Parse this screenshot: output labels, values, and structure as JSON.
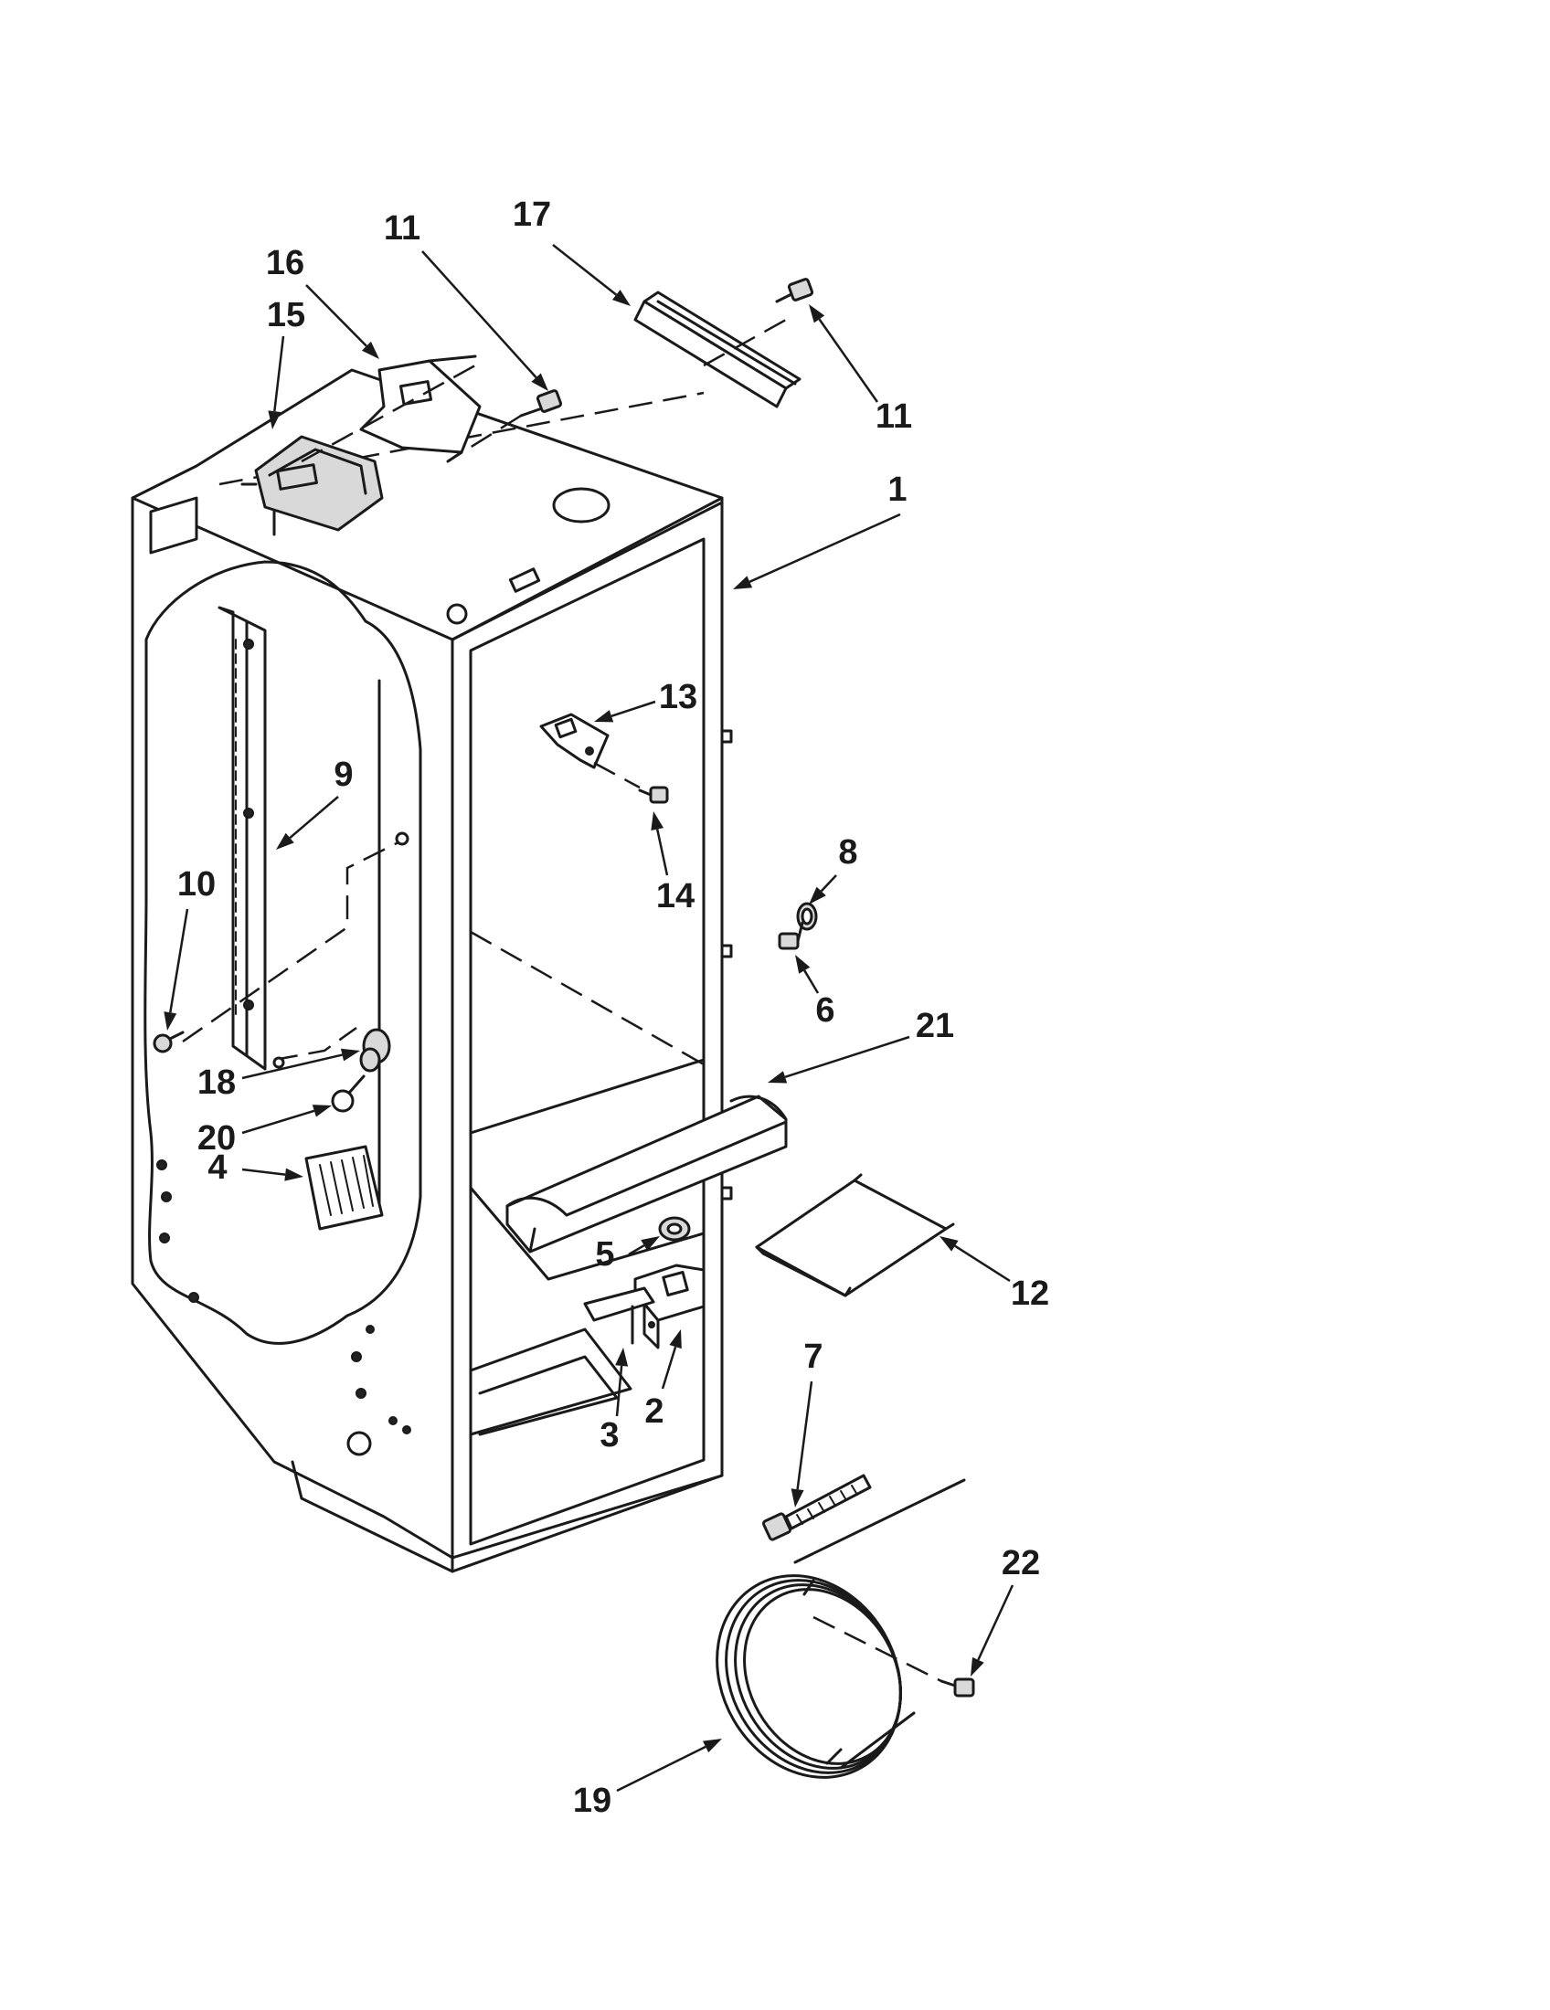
{
  "callouts": [
    {
      "id": "c17",
      "label": "17"
    },
    {
      "id": "c11a",
      "label": "11"
    },
    {
      "id": "c16",
      "label": "16"
    },
    {
      "id": "c15",
      "label": "15"
    },
    {
      "id": "c11b",
      "label": "11"
    },
    {
      "id": "c1",
      "label": "1"
    },
    {
      "id": "c13",
      "label": "13"
    },
    {
      "id": "c9",
      "label": "9"
    },
    {
      "id": "c14",
      "label": "14"
    },
    {
      "id": "c10",
      "label": "10"
    },
    {
      "id": "c8",
      "label": "8"
    },
    {
      "id": "c6",
      "label": "6"
    },
    {
      "id": "c21",
      "label": "21"
    },
    {
      "id": "c18",
      "label": "18"
    },
    {
      "id": "c20",
      "label": "20"
    },
    {
      "id": "c4",
      "label": "4"
    },
    {
      "id": "c5",
      "label": "5"
    },
    {
      "id": "c12",
      "label": "12"
    },
    {
      "id": "c3",
      "label": "3"
    },
    {
      "id": "c2",
      "label": "2"
    },
    {
      "id": "c7",
      "label": "7"
    },
    {
      "id": "c22",
      "label": "22"
    },
    {
      "id": "c19",
      "label": "19"
    }
  ]
}
